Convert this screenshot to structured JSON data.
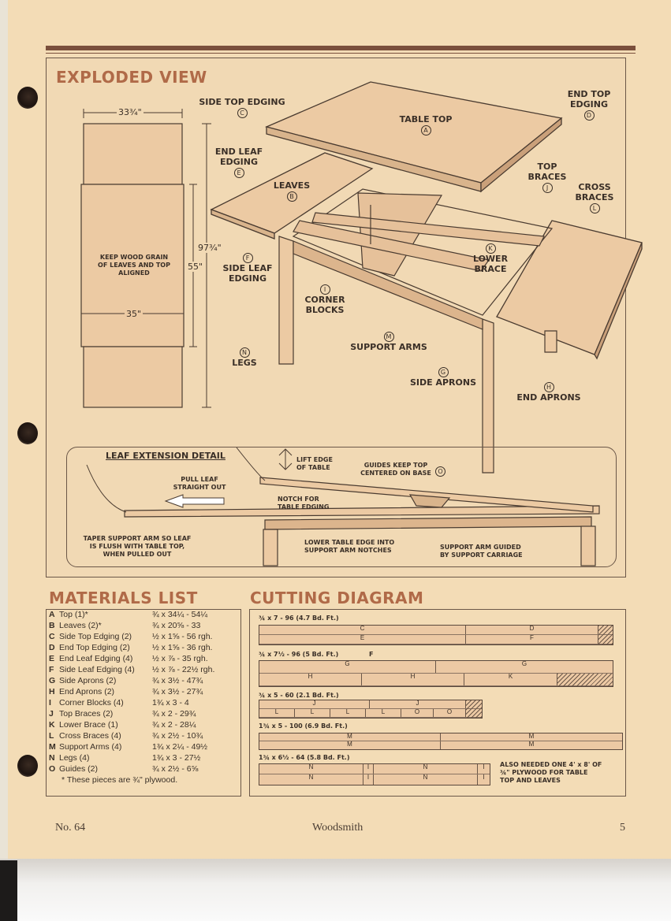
{
  "page": {
    "section_exploded": "EXPLODED VIEW",
    "section_materials": "MATERIALS LIST",
    "section_cutting": "CUTTING DIAGRAM"
  },
  "exploded": {
    "dim_width": "33¾\"",
    "dim_height_total": "97¾\"",
    "dim_height_top": "55\"",
    "dim_inner_width": "35\"",
    "grain_note": "KEEP WOOD GRAIN OF LEAVES AND TOP ALIGNED",
    "labels": {
      "side_top_edging": "SIDE TOP EDGING",
      "side_top_edging_key": "C",
      "table_top": "TABLE TOP",
      "table_top_key": "A",
      "end_top_edging": "END TOP EDGING",
      "end_top_edging_key": "D",
      "end_leaf_edging": "END LEAF EDGING",
      "end_leaf_edging_key": "E",
      "leaves": "LEAVES",
      "leaves_key": "B",
      "top_braces": "TOP BRACES",
      "top_braces_key": "J",
      "cross_braces": "CROSS BRACES",
      "cross_braces_key": "L",
      "side_leaf_edging": "SIDE LEAF EDGING",
      "side_leaf_edging_key": "F",
      "lower_brace": "LOWER BRACE",
      "lower_brace_key": "K",
      "corner_blocks": "CORNER BLOCKS",
      "corner_blocks_key": "I",
      "support_arms": "SUPPORT ARMS",
      "support_arms_key": "M",
      "legs": "LEGS",
      "legs_key": "N",
      "side_aprons": "SIDE APRONS",
      "side_aprons_key": "G",
      "end_aprons": "END APRONS",
      "end_aprons_key": "H"
    }
  },
  "detail": {
    "title": "LEAF EXTENSION DETAIL",
    "lift_edge": "LIFT EDGE OF TABLE",
    "guides_note": "GUIDES KEEP TOP CENTERED ON BASE",
    "guides_key": "O",
    "pull_leaf": "PULL LEAF STRAIGHT OUT",
    "notch": "NOTCH FOR TABLE EDGING",
    "taper": "TAPER SUPPORT ARM SO LEAF IS FLUSH WITH TABLE TOP, WHEN PULLED OUT",
    "lower_edge": "LOWER TABLE EDGE INTO SUPPORT ARM NOTCHES",
    "support_arm_guided": "SUPPORT ARM GUIDED BY SUPPORT CARRIAGE"
  },
  "materials": {
    "items": [
      {
        "letter": "A",
        "name": "Top (1)*",
        "dims": "¾ x 34¼ - 54¼"
      },
      {
        "letter": "B",
        "name": "Leaves (2)*",
        "dims": "¾ x 20⅝ - 33"
      },
      {
        "letter": "C",
        "name": "Side Top Edging (2)",
        "dims": "½ x 1⅝ - 56 rgh."
      },
      {
        "letter": "D",
        "name": "End Top Edging (2)",
        "dims": "½ x 1⅝ - 36 rgh."
      },
      {
        "letter": "E",
        "name": "End Leaf Edging (4)",
        "dims": "½ x ⅞ - 35 rgh."
      },
      {
        "letter": "F",
        "name": "Side Leaf Edging (4)",
        "dims": "½ x ⅞ - 22½ rgh."
      },
      {
        "letter": "G",
        "name": "Side Aprons (2)",
        "dims": "¾ x 3½ - 47¾"
      },
      {
        "letter": "H",
        "name": "End Aprons (2)",
        "dims": "¾ x 3½ - 27¾"
      },
      {
        "letter": "I",
        "name": "Corner Blocks (4)",
        "dims": "1¾ x 3 - 4"
      },
      {
        "letter": "J",
        "name": "Top Braces (2)",
        "dims": "¾ x 2 - 29¾"
      },
      {
        "letter": "K",
        "name": "Lower Brace (1)",
        "dims": "¾ x 2 - 28¼"
      },
      {
        "letter": "L",
        "name": "Cross Braces (4)",
        "dims": "¾ x 2½ - 10¾"
      },
      {
        "letter": "M",
        "name": "Support Arms (4)",
        "dims": "1¾ x 2¼ - 49½"
      },
      {
        "letter": "N",
        "name": "Legs (4)",
        "dims": "1¾ x 3 - 27½"
      },
      {
        "letter": "O",
        "name": "Guides (2)",
        "dims": "¾ x 2½ - 6⅝"
      }
    ],
    "note": "* These pieces are ¾\" plywood."
  },
  "cutting": {
    "board1": "¾ x 7 - 96 (4.7 Bd. Ft.)",
    "board2": "¾ x 7½ - 96 (5 Bd. Ft.)",
    "board3": "¾ x 5 - 60 (2.1 Bd. Ft.)",
    "board4": "1¾ x 5 - 100 (6.9 Bd. Ft.)",
    "board5": "1¾ x 6½ - 64 (5.8 Bd. Ft.)",
    "f_callout": "F",
    "also_needed": "ALSO NEEDED ONE 4' x 8' OF ¾\" PLYWOOD FOR TABLE TOP AND LEAVES",
    "parts": {
      "C": "C",
      "D": "D",
      "E": "E",
      "F": "F",
      "G": "G",
      "H": "H",
      "K": "K",
      "J": "J",
      "L": "L",
      "O": "O",
      "M": "M",
      "N": "N",
      "I": "I"
    }
  },
  "footer": {
    "issue": "No. 64",
    "magazine": "Woodsmith",
    "page_number": "5"
  }
}
